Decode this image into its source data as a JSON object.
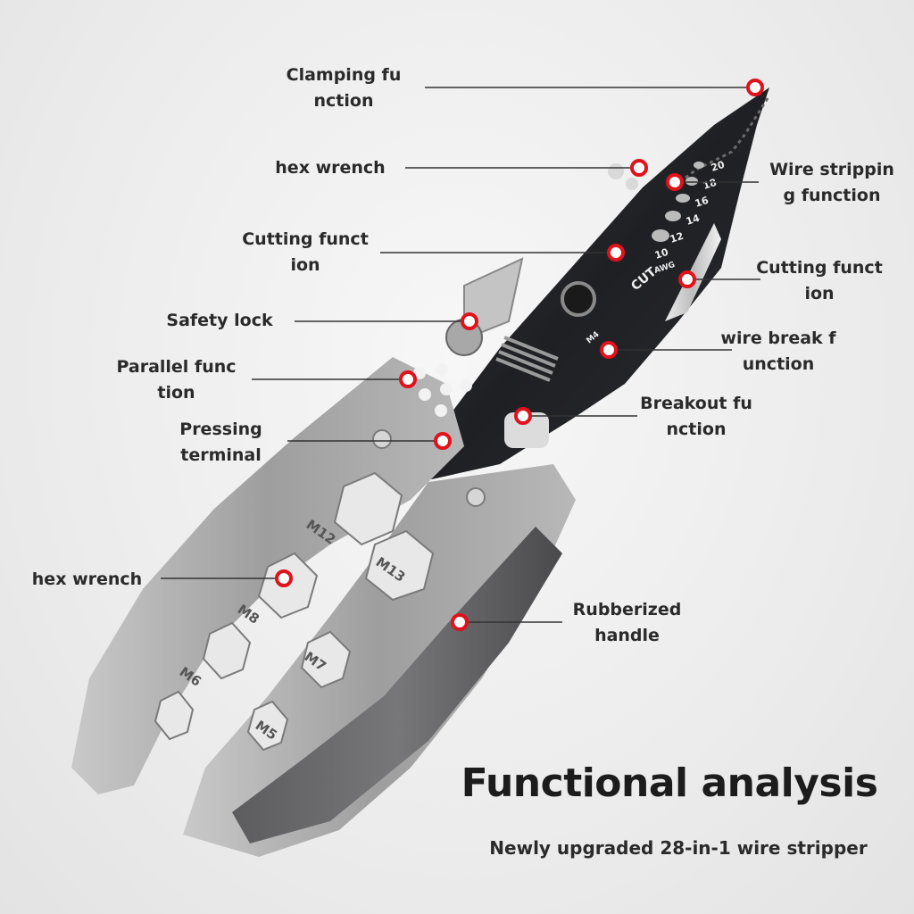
{
  "callouts": {
    "clamping": "Clamping fu\nnction",
    "hex_top": "hex wrench",
    "wire_stripping": "Wire strippin\ng function",
    "cutting_left": "Cutting funct\nion",
    "cutting_right": "Cutting funct\nion",
    "safety_lock": "Safety lock",
    "wire_break": "wire break f\nunction",
    "parallel": "Parallel func\ntion",
    "breakout": "Breakout fu\nnction",
    "pressing": "Pressing\nterminal",
    "hex_bottom": "hex wrench",
    "rubberized": "Rubberized\nhandle"
  },
  "title": "Functional analysis",
  "subtitle": "Newly upgraded 28-in-1 wire stripper",
  "tool_markings": {
    "awg_sizes": [
      "20",
      "18",
      "16",
      "14",
      "12",
      "10"
    ],
    "awg": "AWG",
    "cut": "CUT",
    "m4": "M4",
    "hex_sizes": [
      "M12",
      "M13",
      "M8",
      "M7",
      "M6",
      "M5"
    ]
  },
  "colors": {
    "marker": "#e0121b",
    "callout_line": "#333333"
  }
}
